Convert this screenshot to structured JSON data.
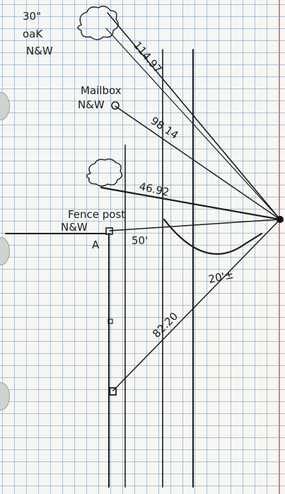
{
  "page": {
    "colors": {
      "paper": "#f6f7f3",
      "grid": "#4678aa",
      "ink": "#1c1c1c",
      "margin_rule": "#e06a6a"
    }
  },
  "labels": {
    "oak_size": "30\"",
    "oak_name": "oaK",
    "oak_dir": "N&W",
    "mailbox_name": "Mailbox",
    "mailbox_dir": "N&W",
    "fence_name": "Fence post",
    "fence_dir": "N&W",
    "fence_symbol": "A"
  },
  "distances": {
    "oak": "114.97",
    "mailbox": "98.14",
    "tree": "46.92",
    "road_width": "50'",
    "arc_radius": "20'±",
    "lower_post": "82.20"
  }
}
